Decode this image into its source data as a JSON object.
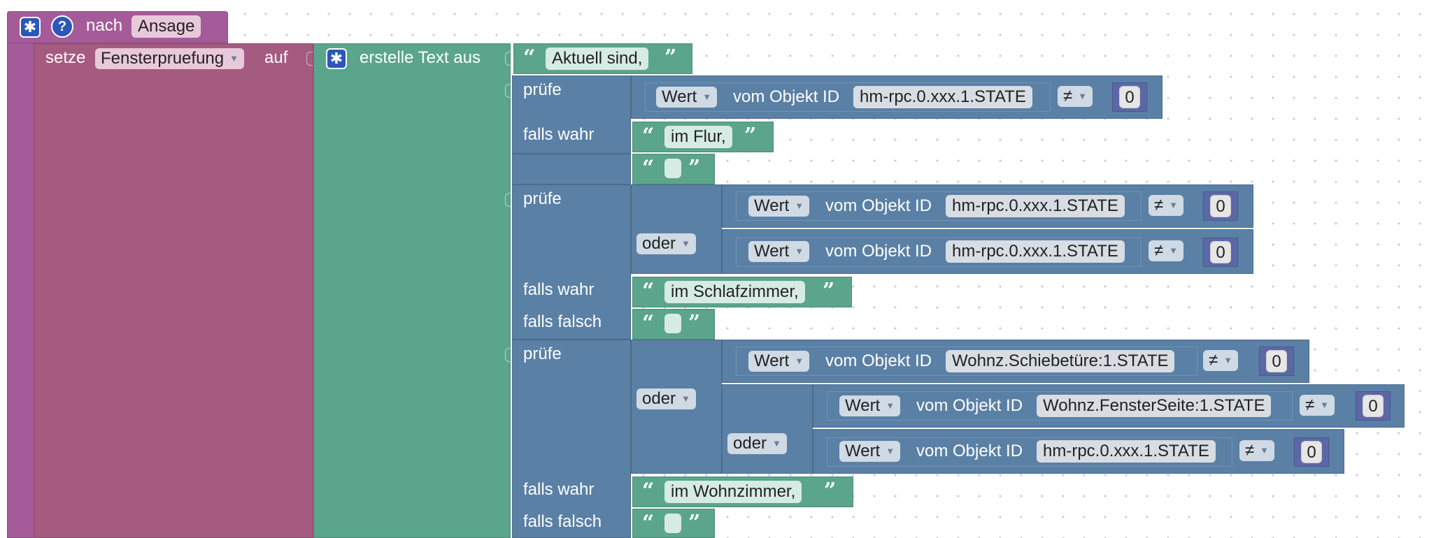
{
  "colors": {
    "procedure": "#a55b99",
    "variable": "#a55b80",
    "text": "#5ba58c",
    "logic": "#5b80a5",
    "settings_button": "#2c57b9"
  },
  "header": {
    "label": "nach",
    "name": "Ansage",
    "settings_icon": "gear-icon",
    "help_icon": "?"
  },
  "setze": {
    "label": "setze",
    "variable": "Fensterpruefung",
    "auf": "auf"
  },
  "create_text": {
    "label": "erstelle Text aus",
    "icon": "gear-icon"
  },
  "text_first": "Aktuell sind,",
  "labels": {
    "pruefe": "prüfe",
    "falls_wahr": "falls wahr",
    "falls_falsch": "falls falsch",
    "oder": "oder",
    "wert": "Wert",
    "vom": "vom Objekt ID",
    "neq": "≠",
    "zero": "0"
  },
  "checks": [
    {
      "conditions": [
        {
          "id": "hm-rpc.0.xxx.1.STATE"
        }
      ],
      "text_true": "im Flur,"
    },
    {
      "conditions": [
        {
          "id": "hm-rpc.0.xxx.1.STATE"
        },
        {
          "id": "hm-rpc.0.xxx.1.STATE"
        }
      ],
      "text_true": "im Schlafzimmer,"
    },
    {
      "conditions": [
        {
          "id": "Wohnz.Schiebetüre:1.STATE"
        },
        {
          "id": "Wohnz.FensterSeite:1.STATE"
        },
        {
          "id": "hm-rpc.0.xxx.1.STATE"
        }
      ],
      "text_true": "im Wohnzimmer,"
    }
  ]
}
